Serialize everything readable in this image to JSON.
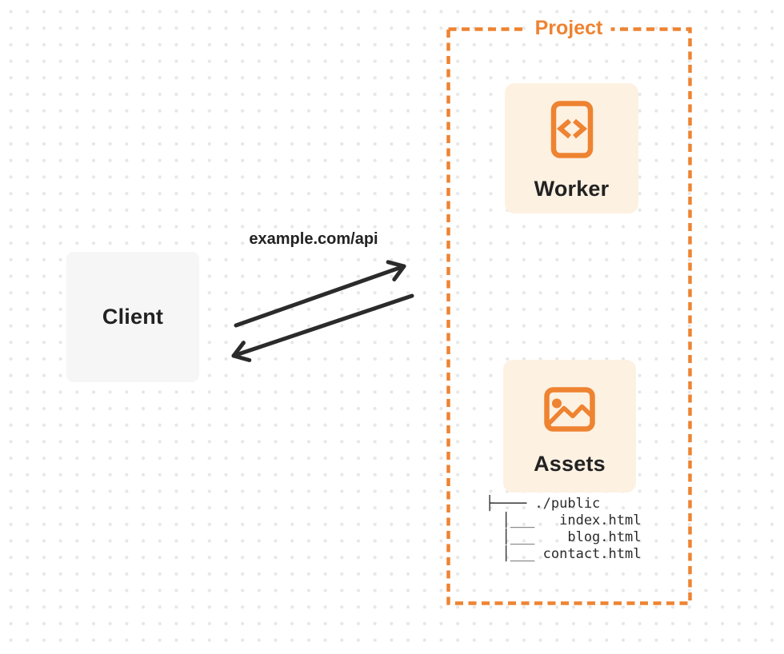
{
  "theme": {
    "accent": "#EE8331",
    "node-fill": "#FDF1E2",
    "client-fill": "#F6F6F6",
    "ink": "#222222",
    "arrow": "#2B2B2B",
    "tree-ink": "#2A2A2A",
    "dot-color": "#E7E7E7"
  },
  "project": {
    "label": "Project"
  },
  "client": {
    "label": "Client"
  },
  "connection": {
    "label": "example.com/api"
  },
  "worker": {
    "label": "Worker",
    "icon": "code-file-icon"
  },
  "assets": {
    "label": "Assets",
    "icon": "image-icon",
    "tree": {
      "root": "./public",
      "files": [
        "index.html",
        "blog.html",
        "contact.html"
      ],
      "lines": [
        "├──── ./public",
        "  │___   index.html",
        "  │___    blog.html",
        "  │___ contact.html"
      ]
    }
  }
}
